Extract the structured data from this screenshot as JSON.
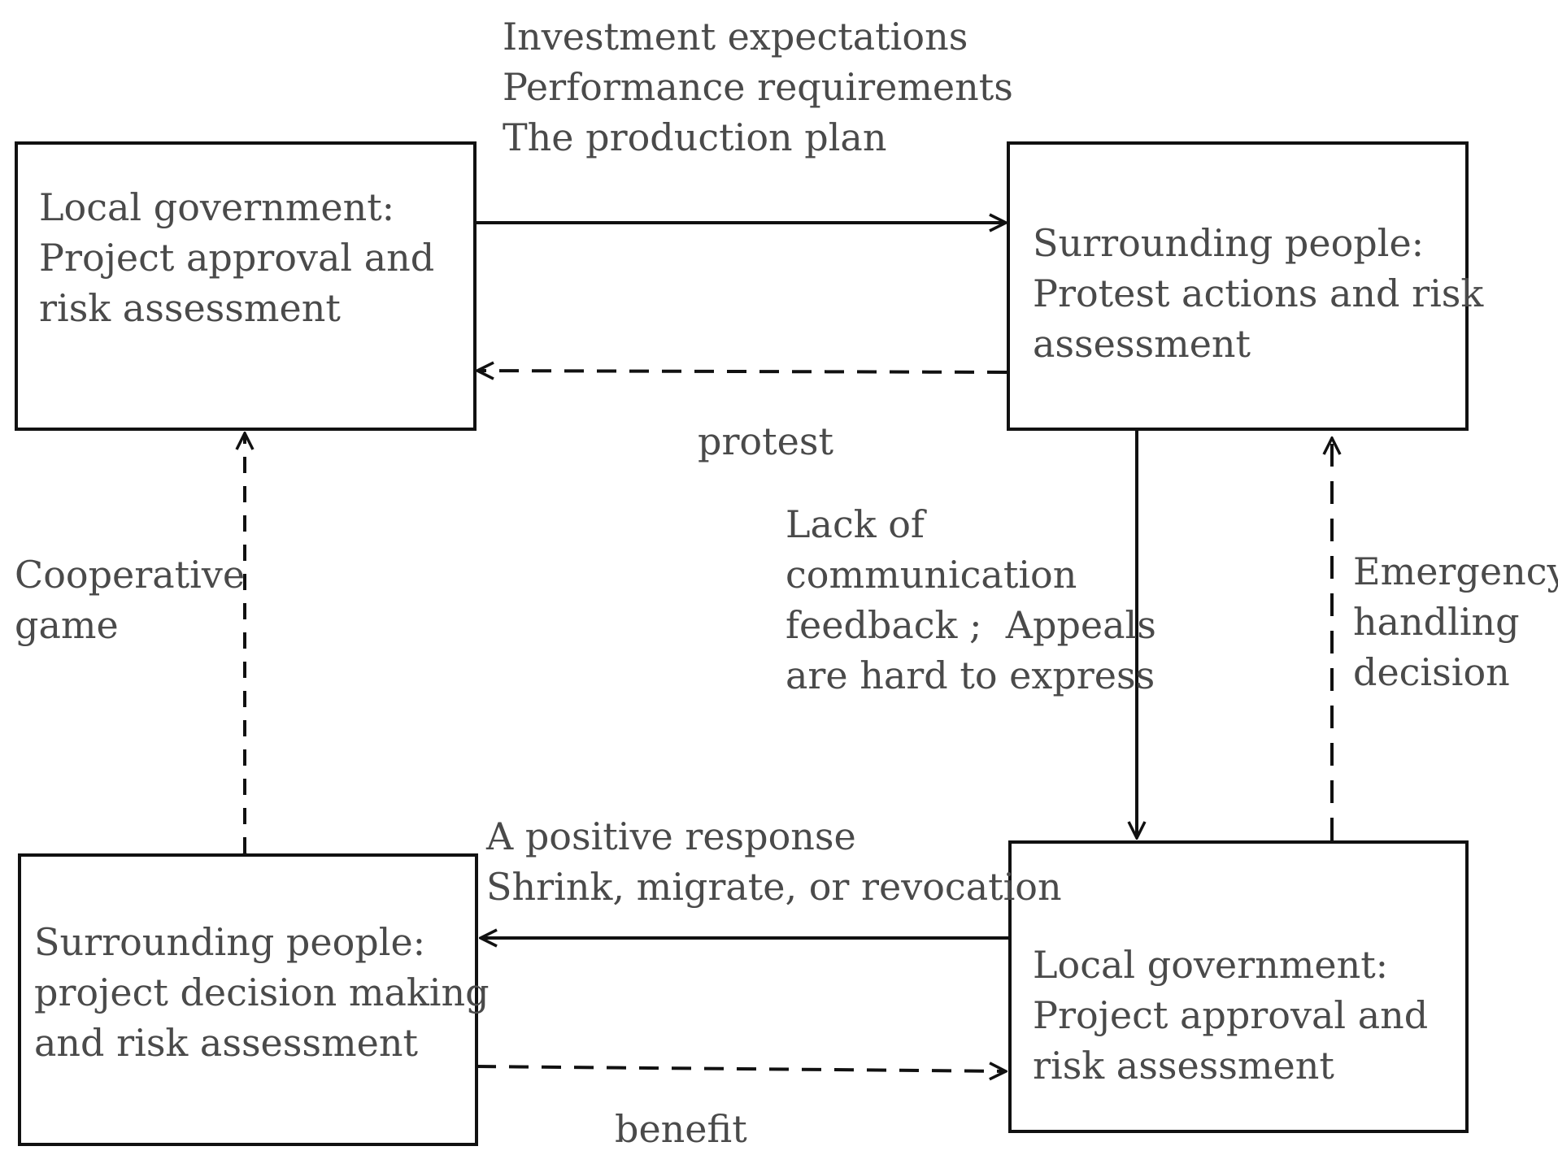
{
  "nodes": {
    "top_left": {
      "title": "Local government:",
      "desc": "Project approval and\nrisk assessment"
    },
    "top_right": {
      "title": "Surrounding people:",
      "desc": "Protest actions and risk\nassessment"
    },
    "bottom_left": {
      "title": "Surrounding people:",
      "desc": "project decision making\nand risk assessment"
    },
    "bottom_right": {
      "title": "Local government:",
      "desc": "Project approval and\nrisk assessment"
    }
  },
  "edges": {
    "investment": "Investment expectations\nPerformance requirements\nThe production plan",
    "protest": "protest",
    "cooperative": "Cooperative\ngame",
    "lack": "Lack of\ncommunication\nfeedback ;  Appeals\nare hard to express",
    "emergency": "Emergency\nhandling\ndecision",
    "response": "A positive response\nShrink, migrate, or revocation",
    "benefit": "benefit"
  },
  "colors": {
    "line": "#111111",
    "text": "#4a4a4a"
  }
}
